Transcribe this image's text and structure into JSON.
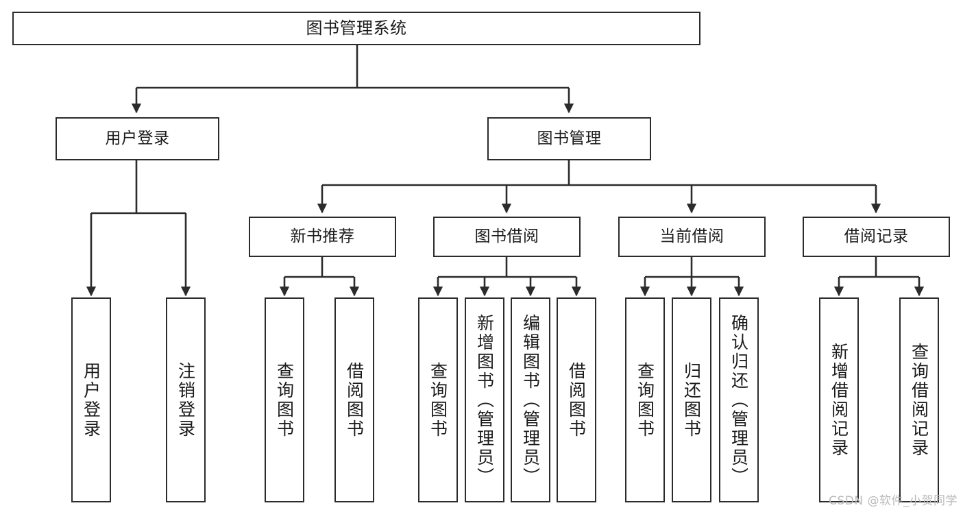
{
  "diagram": {
    "title": "图书管理系统",
    "type": "tree",
    "watermark": "CSDN @软件_小贺同学",
    "line_color": "#2b2b2b",
    "box_fill": "#ffffff",
    "text_color": "#1a1a1a",
    "nodes": {
      "root": {
        "label": "图书管理系统"
      },
      "level2": [
        {
          "label": "用户登录"
        },
        {
          "label": "图书管理"
        }
      ],
      "level3": [
        {
          "label": "新书推荐"
        },
        {
          "label": "图书借阅"
        },
        {
          "label": "当前借阅"
        },
        {
          "label": "借阅记录"
        }
      ],
      "leaves": {
        "user_login": [
          {
            "label": "用户登录"
          },
          {
            "label": "注销登录"
          }
        ],
        "new_book_recommend": [
          {
            "label": "查询图书"
          },
          {
            "label": "借阅图书"
          }
        ],
        "book_borrow": [
          {
            "label": "查询图书"
          },
          {
            "label": "新增图书（管理员）"
          },
          {
            "label": "编辑图书（管理员）"
          },
          {
            "label": "借阅图书"
          }
        ],
        "current_borrow": [
          {
            "label": "查询图书"
          },
          {
            "label": "归还图书"
          },
          {
            "label": "确认归还（管理员）"
          }
        ],
        "borrow_records": [
          {
            "label": "新增借阅记录"
          },
          {
            "label": "查询借阅记录"
          }
        ]
      }
    }
  }
}
